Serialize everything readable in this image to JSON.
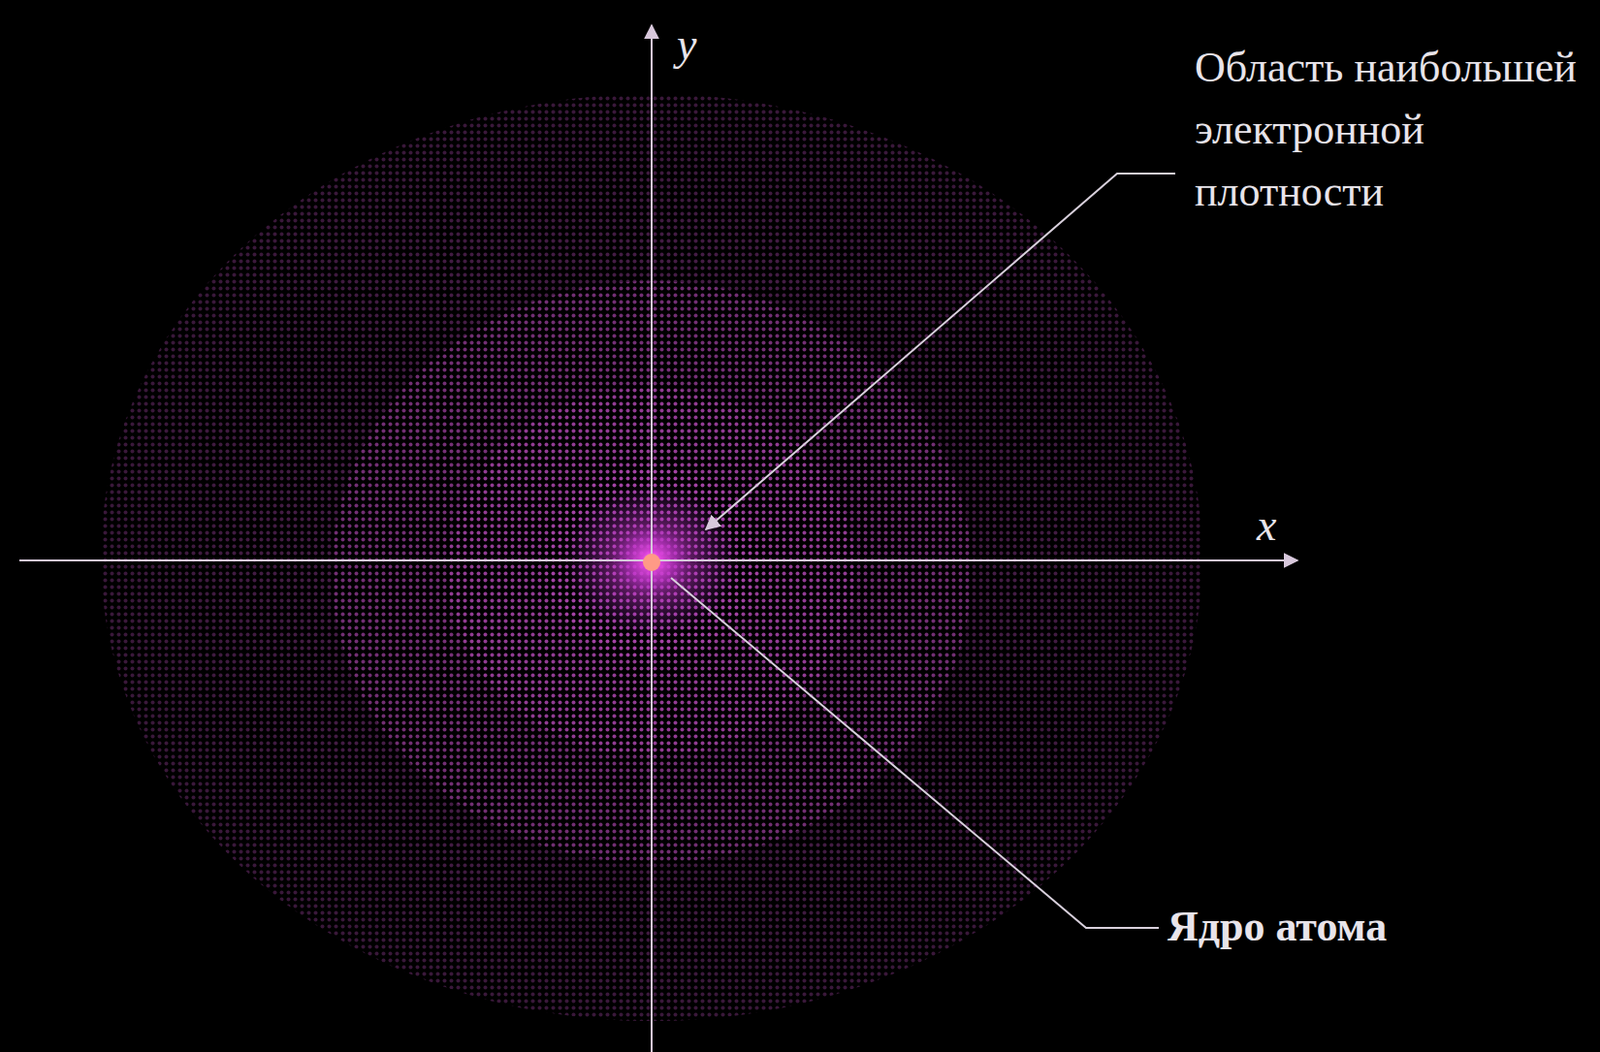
{
  "diagram": {
    "labels": [
      "y",
      "x",
      "Область наибольшей электронной плотности",
      "Ядро атома"
    ]
  }
}
